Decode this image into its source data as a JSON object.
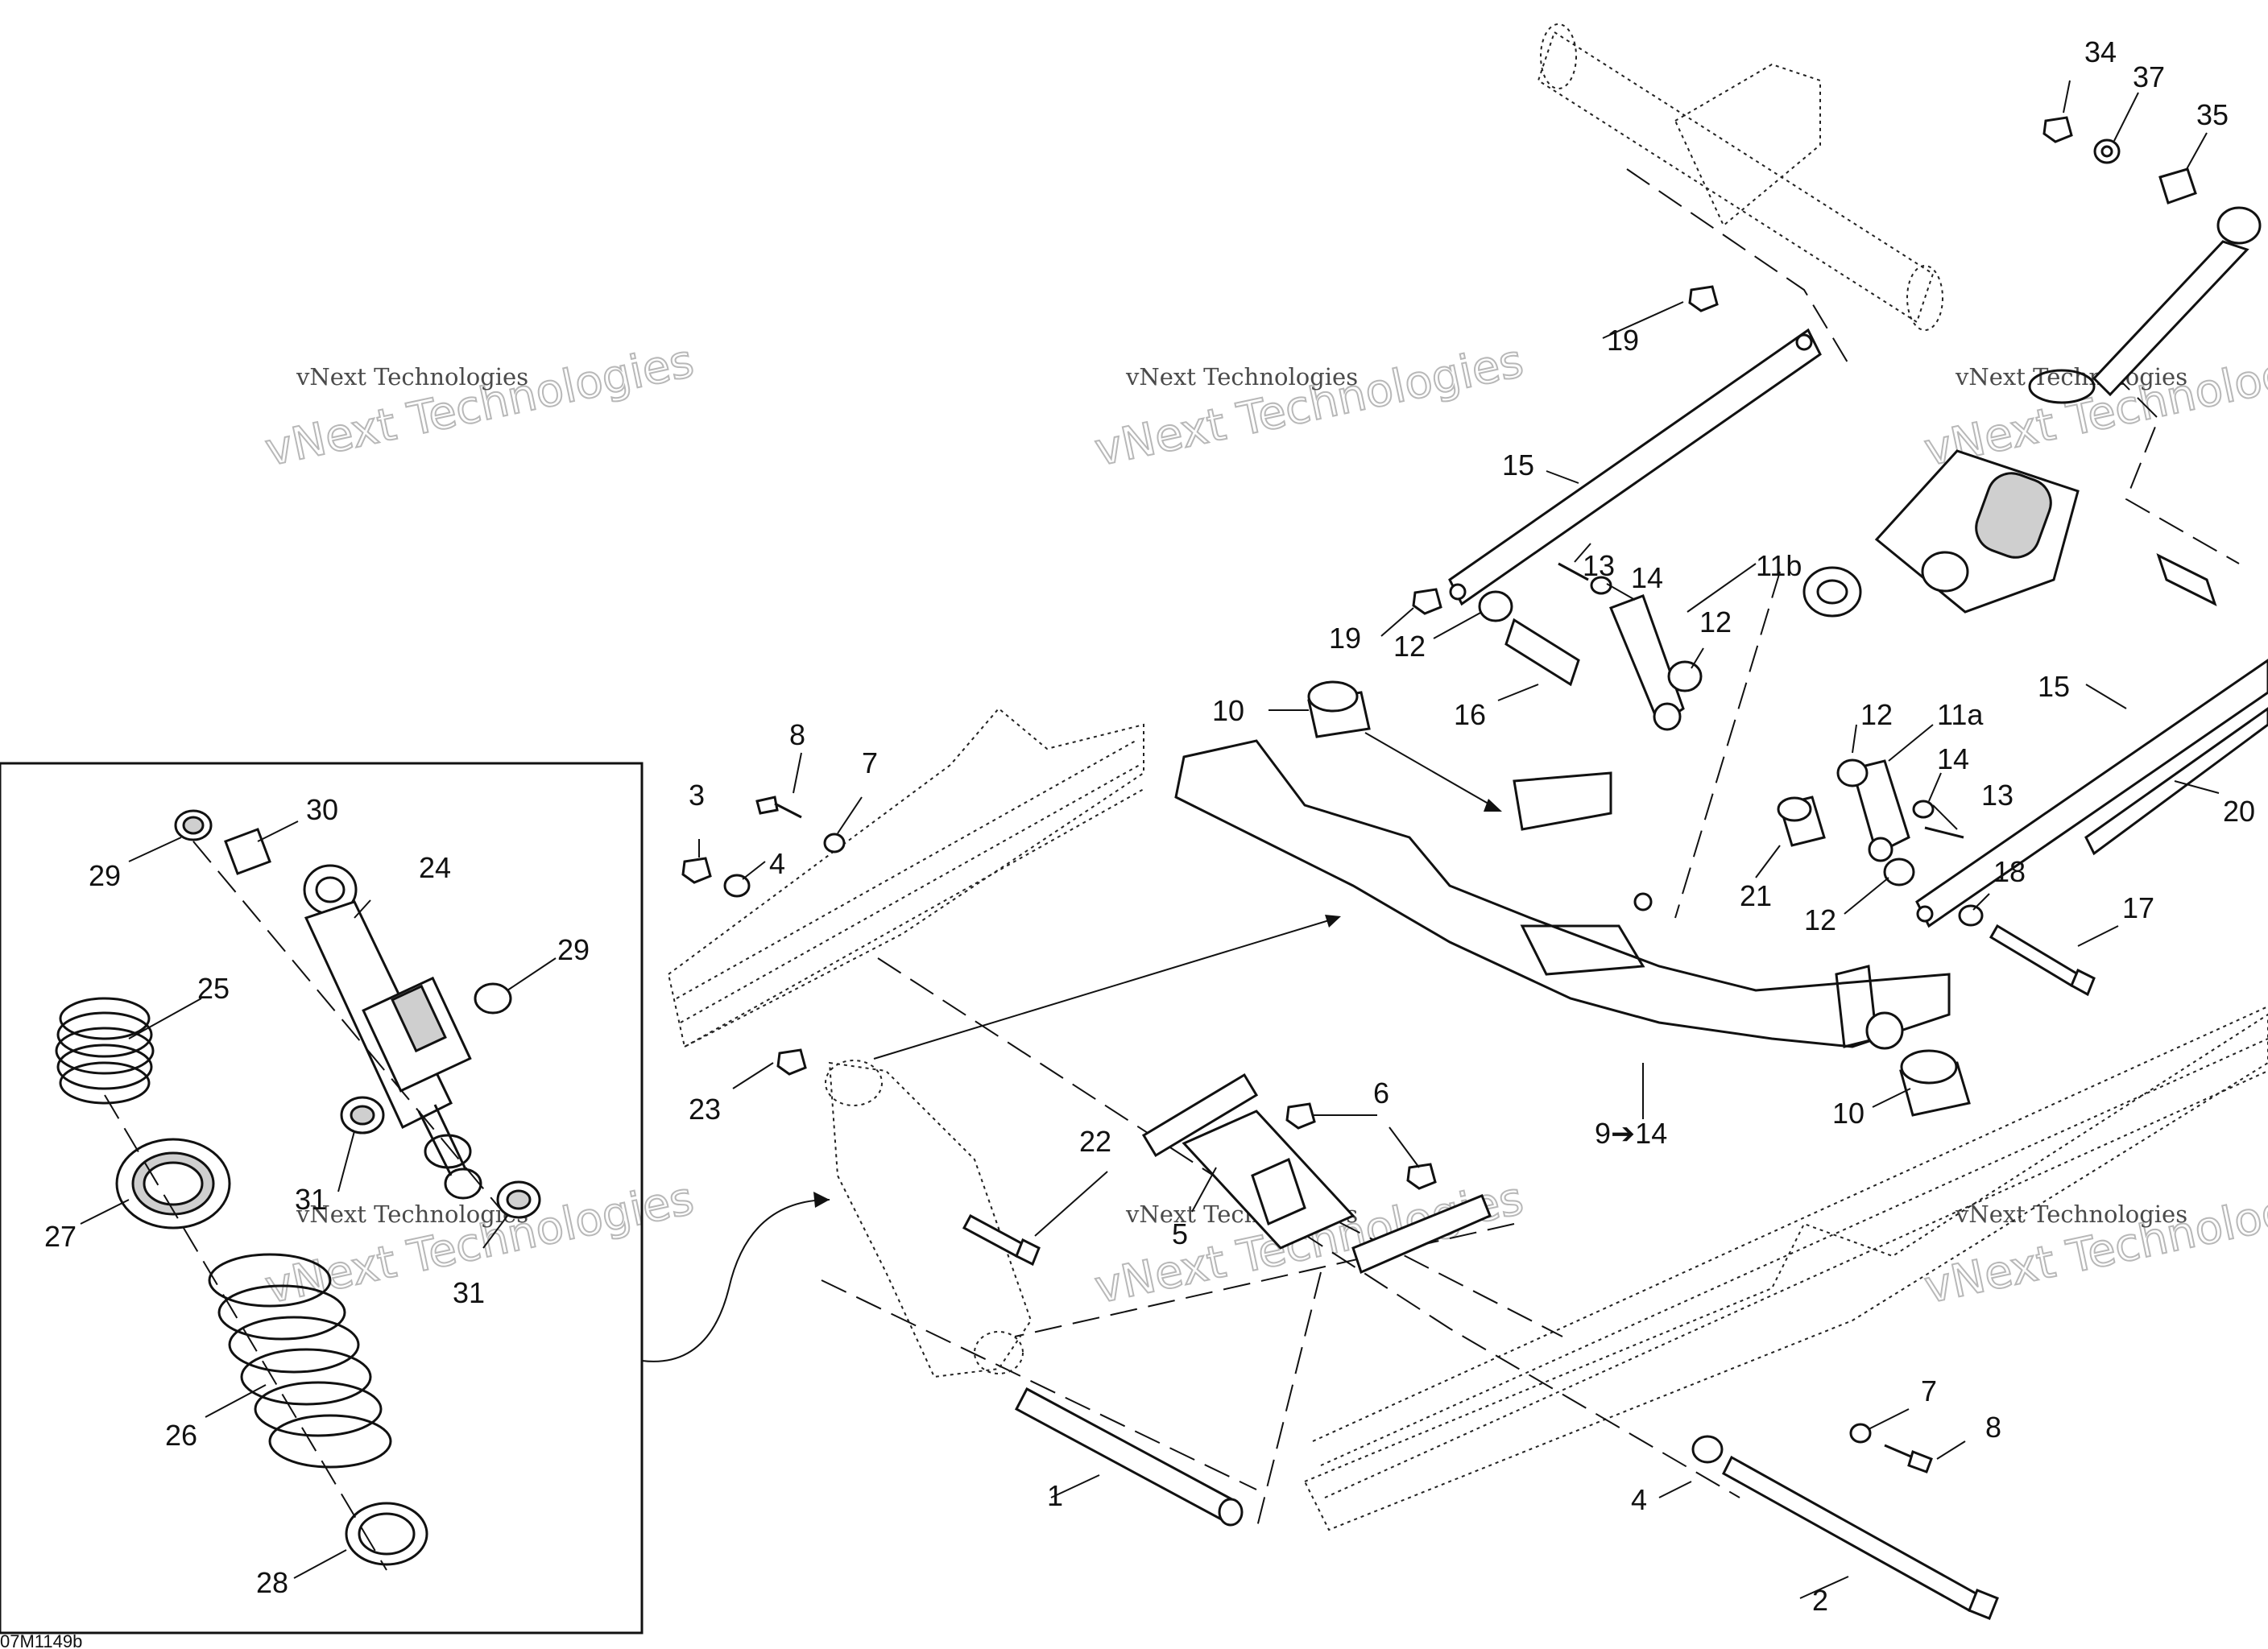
{
  "diagram": {
    "reference_code": "07M1149b",
    "watermark_line1": "vNext Technologies",
    "watermark_line2": "vNext Technologies",
    "callouts": [
      "1",
      "2",
      "3",
      "4",
      "5",
      "6",
      "7",
      "8",
      "9➔14",
      "10",
      "11a",
      "11b",
      "12",
      "13",
      "14",
      "15",
      "16",
      "17",
      "18",
      "19",
      "20",
      "21",
      "22",
      "23",
      "24",
      "25",
      "26",
      "27",
      "28",
      "29",
      "30",
      "31",
      "34",
      "35",
      "37"
    ],
    "labels": {
      "c1": "1",
      "c2": "2",
      "c3": "3",
      "c4a": "4",
      "c4b": "4",
      "c5": "5",
      "c6": "6",
      "c7a": "7",
      "c7b": "7",
      "c8a": "8",
      "c8b": "8",
      "c9": "9➔14",
      "c10a": "10",
      "c10b": "10",
      "c11a": "11a",
      "c11b": "11b",
      "c12a": "12",
      "c12b": "12",
      "c12c": "12",
      "c12d": "12",
      "c13a": "13",
      "c13b": "13",
      "c14a": "14",
      "c14b": "14",
      "c15a": "15",
      "c15b": "15",
      "c16": "16",
      "c17": "17",
      "c18": "18",
      "c19a": "19",
      "c19b": "19",
      "c20": "20",
      "c21": "21",
      "c22": "22",
      "c23": "23",
      "c24": "24",
      "c25": "25",
      "c26": "26",
      "c27": "27",
      "c28": "28",
      "c29a": "29",
      "c29b": "29",
      "c30": "30",
      "c31a": "31",
      "c31b": "31",
      "c34": "34",
      "c35": "35",
      "c37": "37"
    }
  }
}
